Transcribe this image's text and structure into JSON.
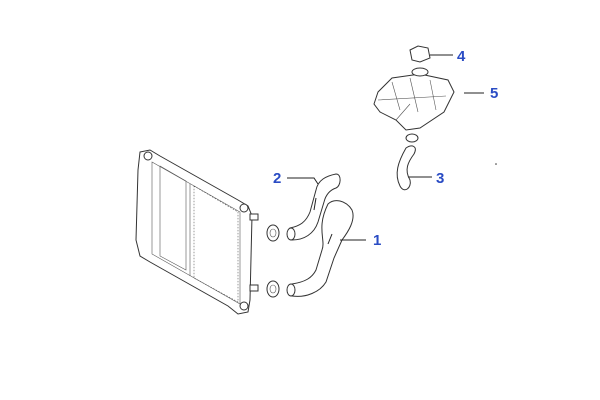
{
  "diagram": {
    "callouts": [
      {
        "id": "1",
        "part": "lower-radiator-hose"
      },
      {
        "id": "2",
        "part": "upper-radiator-hose"
      },
      {
        "id": "3",
        "part": "expansion-tank-hose"
      },
      {
        "id": "4",
        "part": "expansion-tank-cap"
      },
      {
        "id": "5",
        "part": "expansion-tank"
      }
    ],
    "label_color": "#2a4cc4"
  }
}
